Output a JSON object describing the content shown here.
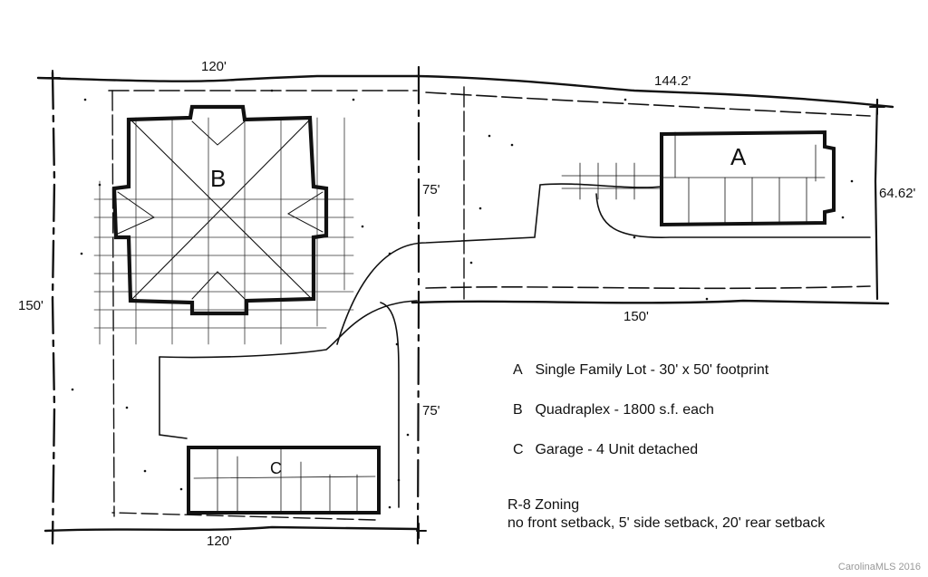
{
  "plan": {
    "type": "site plan sketch",
    "dimensions": {
      "top_left": "120'",
      "top_right": "144.2'",
      "left": "150'",
      "middle_upper": "75'",
      "middle_lower": "75'",
      "right": "64.62'",
      "right_lot_bottom": "150'",
      "bottom": "120'"
    },
    "buildings": [
      {
        "id": "A",
        "label": "A"
      },
      {
        "id": "B",
        "label": "B"
      },
      {
        "id": "C",
        "label": "C"
      }
    ]
  },
  "legend": {
    "items": [
      {
        "letter": "A",
        "text": "Single Family Lot - 30' x 50' footprint"
      },
      {
        "letter": "B",
        "text": "Quadraplex - 1800 s.f. each"
      },
      {
        "letter": "C",
        "text": "Garage - 4 Unit detached"
      }
    ]
  },
  "zoning": {
    "title": "R-8 Zoning",
    "setbacks": "no front setback, 5' side setback, 20' rear setback"
  },
  "credit": "CarolinaMLS 2016"
}
